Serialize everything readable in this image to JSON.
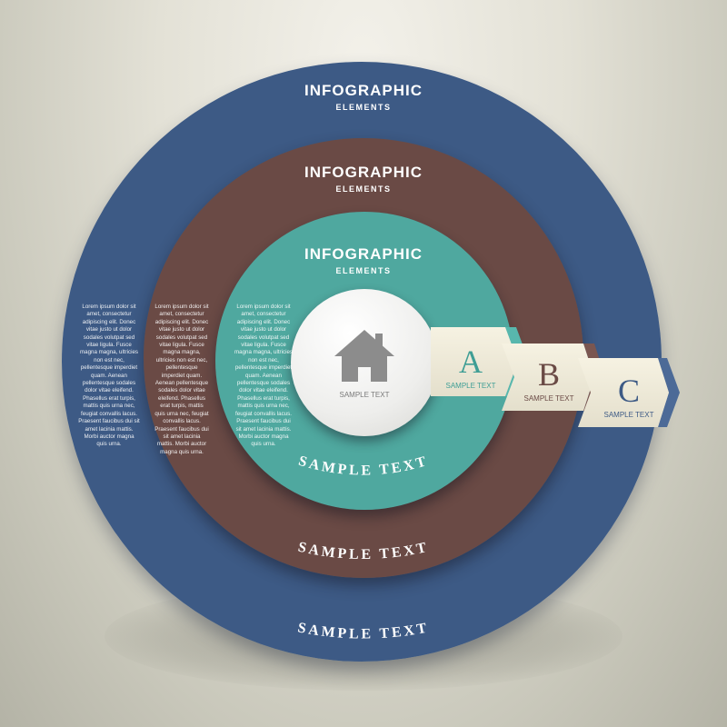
{
  "rings": [
    {
      "id": "outer",
      "color": "#3d5a85",
      "title": "INFOGRAPHIC",
      "subtitle": "ELEMENTS",
      "bottom_text": "SAMPLE TEXT",
      "paragraph": "Lorem ipsum dolor sit amet, consectetur adipiscing elit. Donec vitae justo ut dolor sodales volutpat sed vitae ligula. Fusce magna magna, ultricies non est nec, pellentesque imperdiet quam. Aenean pellentesque sodales dolor vitae eleifend. Phasellus erat turpis, mattis quis urna nec, feugiat convallis lacus. Praesent faucibus dui sit amet lacinia mattis. Morbi auctor magna quis urna."
    },
    {
      "id": "middle",
      "color": "#6a4a45",
      "title": "INFOGRAPHIC",
      "subtitle": "ELEMENTS",
      "bottom_text": "SAMPLE TEXT",
      "paragraph": "Lorem ipsum dolor sit amet, consectetur adipiscing elit. Donec vitae justo ut dolor sodales volutpat sed vitae ligula. Fusce magna magna, ultricies non est nec, pellentesque imperdiet quam. Aenean pellentesque sodales dolor vitae eleifend. Phasellus erat turpis, mattis quis urna nec, feugiat convallis lacus. Praesent faucibus dui sit amet lacinia mattis. Morbi auctor magna quis urna."
    },
    {
      "id": "inner",
      "color": "#4fa89f",
      "title": "INFOGRAPHIC",
      "subtitle": "ELEMENTS",
      "bottom_text": "SAMPLE TEXT",
      "paragraph": "Lorem ipsum dolor sit amet, consectetur adipiscing elit. Donec vitae justo ut dolor sodales volutpat sed vitae ligula. Fusce magna magna, ultricies non est nec, pellentesque imperdiet quam. Aenean pellentesque sodales dolor vitae eleifend. Phasellus erat turpis, mattis quis urna nec, feugiat convallis lacus. Praesent faucibus dui sit amet lacinia mattis. Morbi auctor magna quis urna."
    }
  ],
  "center": {
    "icon": "house-icon",
    "label": "SAMPLE TEXT"
  },
  "tabs": [
    {
      "letter": "A",
      "label": "SAMPLE TEXT",
      "letter_color": "#3f9e95",
      "arrow_color": "#58b7ad"
    },
    {
      "letter": "B",
      "label": "SAMPLE TEXT",
      "letter_color": "#6a4a45",
      "arrow_color": "#7a5650"
    },
    {
      "letter": "C",
      "label": "SAMPLE TEXT",
      "letter_color": "#3d5a85",
      "arrow_color": "#4c6a97"
    }
  ]
}
